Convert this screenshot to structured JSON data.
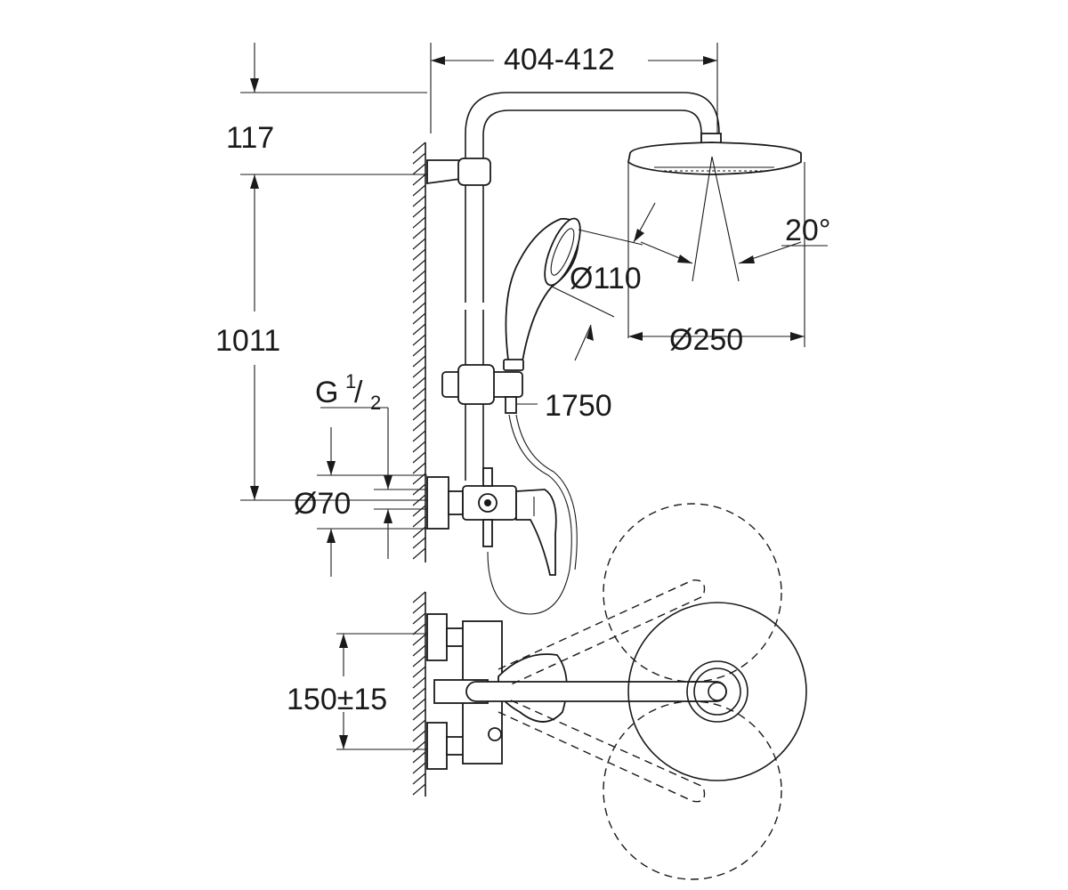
{
  "dimensions": {
    "top_width": "404-412",
    "top_offset": "117",
    "height": "1011",
    "thread_prefix": "G ",
    "thread_num": "1",
    "thread_den": "2",
    "rose_diameter": "Ø70",
    "hand_shower_diameter": "Ø110",
    "head_shower_diameter": "Ø250",
    "tilt_angle": "20°",
    "hose_length": "1750",
    "centres": "150±15"
  }
}
